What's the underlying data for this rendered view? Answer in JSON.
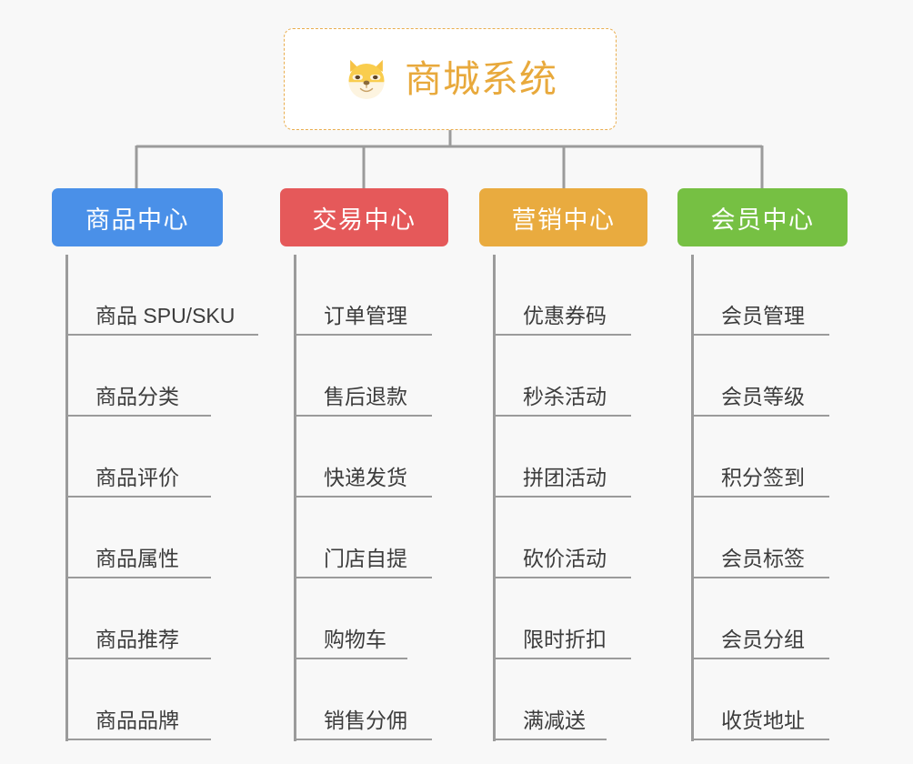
{
  "canvas": {
    "background": "#f8f8f8",
    "connector_color": "#9b9b9b"
  },
  "root": {
    "title": "商城系统",
    "icon": "shiba-dog-face-icon",
    "title_color": "#e8a93c",
    "border_color": "#e9ad4e",
    "background": "#ffffff"
  },
  "branches": [
    {
      "label": "商品中心",
      "color": "#4a90e8",
      "items": [
        "商品 SPU/SKU",
        "商品分类",
        "商品评价",
        "商品属性",
        "商品推荐",
        "商品品牌"
      ]
    },
    {
      "label": "交易中心",
      "color": "#e5595a",
      "items": [
        "订单管理",
        "售后退款",
        "快递发货",
        "门店自提",
        "购物车",
        "销售分佣"
      ]
    },
    {
      "label": "营销中心",
      "color": "#e9ab3f",
      "items": [
        "优惠券码",
        "秒杀活动",
        "拼团活动",
        "砍价活动",
        "限时折扣",
        "满减送"
      ]
    },
    {
      "label": "会员中心",
      "color": "#76c043",
      "items": [
        "会员管理",
        "会员等级",
        "积分签到",
        "会员标签",
        "会员分组",
        "收货地址"
      ]
    }
  ]
}
